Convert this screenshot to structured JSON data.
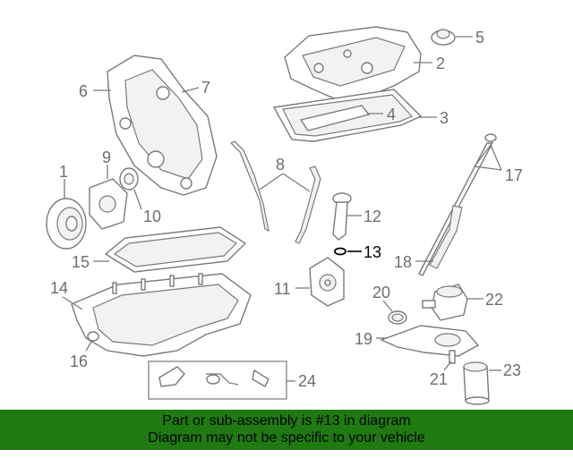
{
  "callouts": {
    "c1": "1",
    "c2": "2",
    "c3": "3",
    "c4": "4",
    "c5": "5",
    "c6": "6",
    "c7": "7",
    "c8": "8",
    "c9": "9",
    "c10": "10",
    "c11": "11",
    "c12": "12",
    "c13": "13",
    "c14": "14",
    "c15": "15",
    "c16": "16",
    "c17": "17",
    "c18": "18",
    "c19": "19",
    "c20": "20",
    "c21": "21",
    "c22": "22",
    "c23": "23",
    "c24": "24"
  },
  "highlighted_part": "13",
  "banner": {
    "line1": "Part or sub-assembly is #13 in diagram",
    "line2": "Diagram may not be specific to your vehicle",
    "color": "#1f7a11"
  }
}
